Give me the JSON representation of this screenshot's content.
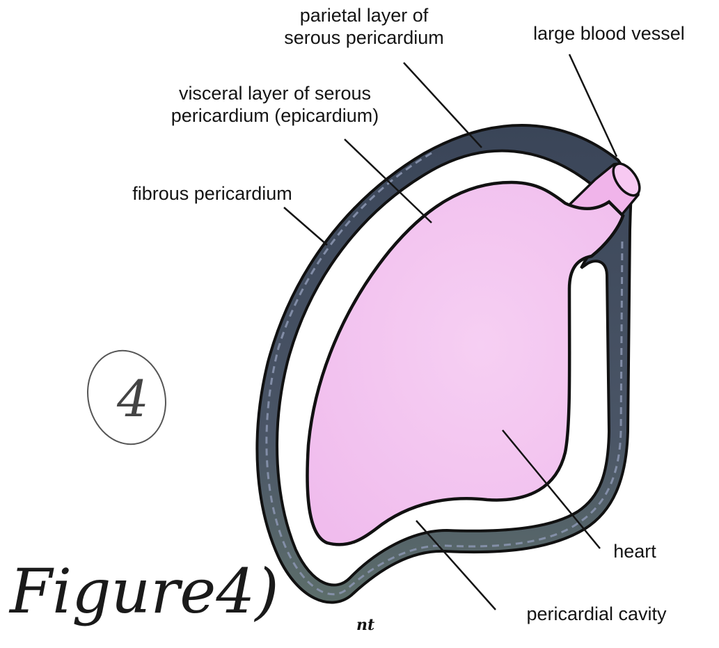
{
  "labels": {
    "parietal_line1": "parietal layer of",
    "parietal_line2": "serous pericardium",
    "large_vessel": "large blood vessel",
    "visceral_line1": "visceral layer of serous",
    "visceral_line2": "pericardium (epicardium)",
    "fibrous": "fibrous pericardium",
    "heart": "heart",
    "cavity": "pericardial cavity"
  },
  "annotations": {
    "circled_number": "4",
    "figure_caption": "Figure4)",
    "artist_mark": "nt"
  },
  "colors": {
    "heart_fill": "#f3c3f0",
    "vessel_fill": "#f0b4ea",
    "fibrous_layer": "#3a4558",
    "fibrous_hatch": "#7e8aa6",
    "fibrous_layer_lower": "#5d6e6b",
    "outline": "#111111",
    "pericardial_cavity": "#ffffff",
    "leader_lines": "#141414"
  }
}
